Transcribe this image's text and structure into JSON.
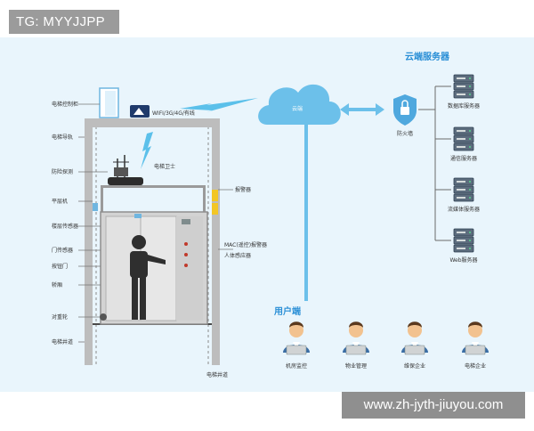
{
  "tag": {
    "text": "TG: MYYJJPP"
  },
  "watermark": {
    "text": "www.zh-jyth-jiuyou.com"
  },
  "diagram": {
    "cloud_service_title": "云端服务器",
    "user_side_title": "用户端",
    "cloud_label": "云端",
    "firewall_label": "防火墙",
    "servers": [
      "数据库服务器",
      "通信服务器",
      "流媒体服务器",
      "Web服务器"
    ],
    "users": [
      "机房监控",
      "物业管理",
      "维保企业",
      "电梯企业"
    ],
    "left_labels": [
      "电梯控制柜",
      "电梯导轨",
      "防险探测",
      "平层机",
      "楼层传感器",
      "门传感器",
      "按钮门",
      "轿厢",
      "对重轮",
      "电梯井道"
    ],
    "gateway_label": "WIFI/3G/4G/有线",
    "guard_label": "电梯卫士",
    "right_top_label": "报警器",
    "right_mid_label": "MAC(遥控)报警器",
    "right_mid_label2": "人体感应器",
    "shaft_bottom_label": "电梯井道"
  },
  "colors": {
    "panel_bg": "#e9f5fc",
    "accent": "#2e90d0",
    "title_blue": "#2a8fd6",
    "lightning": "#5bc0ea"
  }
}
